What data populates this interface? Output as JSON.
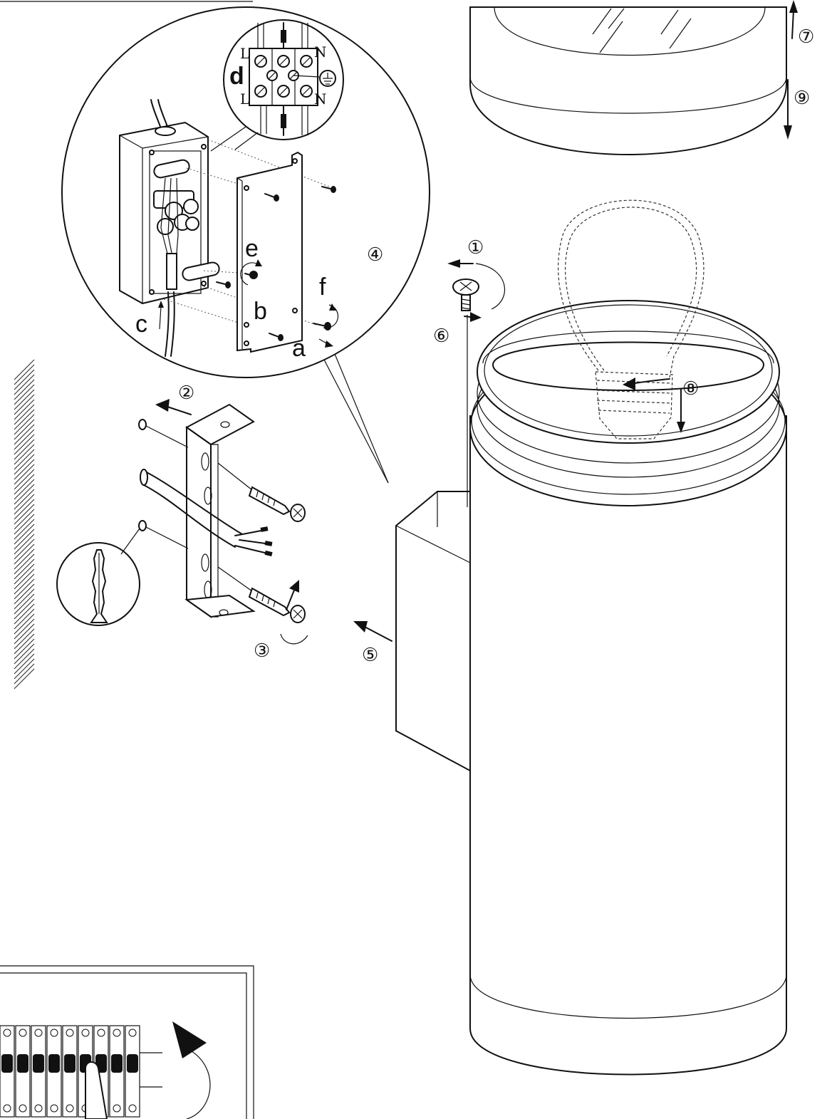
{
  "steps": [
    {
      "id": "step-1",
      "label": "①"
    },
    {
      "id": "step-2",
      "label": "②"
    },
    {
      "id": "step-3",
      "label": "③"
    },
    {
      "id": "step-4",
      "label": "④"
    },
    {
      "id": "step-5",
      "label": "⑤"
    },
    {
      "id": "step-6",
      "label": "⑥"
    },
    {
      "id": "step-7",
      "label": "⑦"
    },
    {
      "id": "step-8",
      "label": "⑧"
    },
    {
      "id": "step-9",
      "label": "⑨"
    }
  ],
  "detail_letters": {
    "a": "a",
    "b": "b",
    "c": "c",
    "d": "d",
    "e": "e",
    "f": "f"
  },
  "terminal_labels": {
    "live_top": "L",
    "neutral_top": "N",
    "live_bottom": "L",
    "neutral_bottom": "N"
  },
  "icons": [
    "earth-ground-icon",
    "wall-plug-icon",
    "screw-icon",
    "light-bulb-icon",
    "circuit-breaker-icon",
    "rotate-arrow-icon"
  ],
  "colors": {
    "line": "#111111",
    "background": "#ffffff"
  }
}
